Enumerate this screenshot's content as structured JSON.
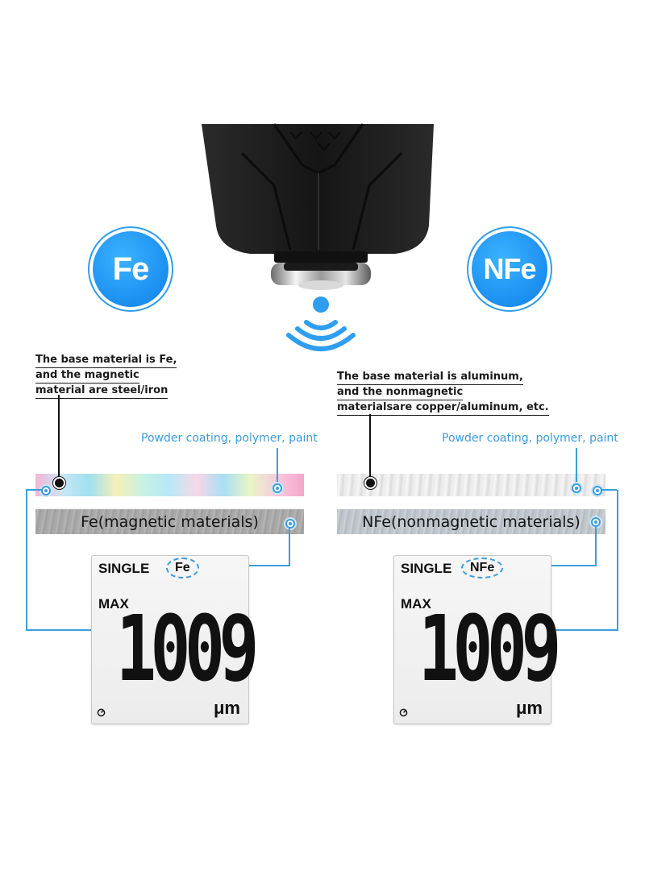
{
  "badges": {
    "left": "Fe",
    "right": "NFe"
  },
  "left": {
    "description": [
      "The base material is Fe,",
      "and the magnetic",
      "material are steel/iron"
    ],
    "coating_label": "Powder coating, polymer, paint",
    "base_label": "Fe(magnetic materials)",
    "display": {
      "mode": "SINGLE",
      "material": "Fe",
      "stat": "MAX",
      "value": "1009",
      "unit": "μm"
    }
  },
  "right": {
    "description": [
      "The base material is aluminum,",
      "and the nonmagnetic",
      "materialsare copper/aluminum, etc."
    ],
    "coating_label": "Powder coating, polymer, paint",
    "base_label": "NFe(nonmagnetic materials)",
    "display": {
      "mode": "SINGLE",
      "material": "NFe",
      "stat": "MAX",
      "value": "1009",
      "unit": "μm"
    }
  },
  "colors": {
    "accent": "#2f9ef0",
    "line_blue": "#3b9ddd",
    "device": "#1c1c1c"
  },
  "icons": [
    "probe-device",
    "signal-waves-icon",
    "timer-icon"
  ]
}
